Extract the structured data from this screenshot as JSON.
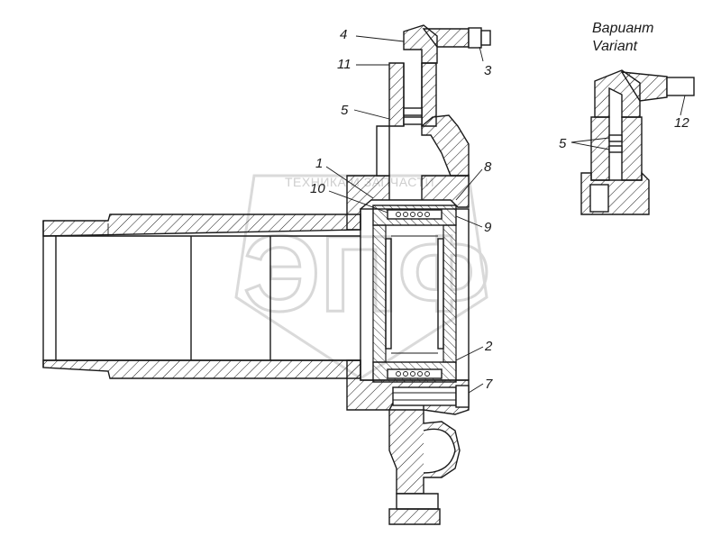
{
  "variant": {
    "caption_ru": "Вариант",
    "caption_en": "Variant"
  },
  "watermark": {
    "text": "ТЕХНИКА И ЗАПЧАСТИ",
    "logo": "ЭПФ"
  },
  "callouts": {
    "c1": "1",
    "c2": "2",
    "c3": "3",
    "c4": "4",
    "c5": "5",
    "c7": "7",
    "c8": "8",
    "c9": "9",
    "c10": "10",
    "c11": "11",
    "c12": "12",
    "c5v": "5"
  }
}
